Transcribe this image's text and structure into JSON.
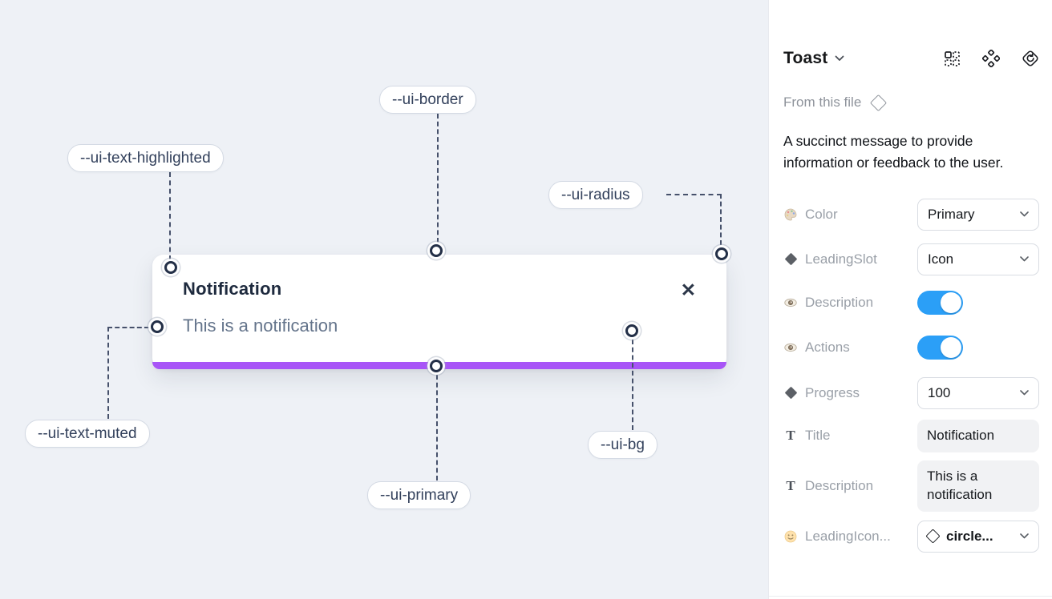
{
  "canvas": {
    "toast": {
      "title": "Notification",
      "description": "This is a notification",
      "close_glyph": "✕"
    },
    "labels": [
      {
        "text": "--ui-border"
      },
      {
        "text": "--ui-text-highlighted"
      },
      {
        "text": "--ui-radius"
      },
      {
        "text": "--ui-text-muted"
      },
      {
        "text": "--ui-primary"
      },
      {
        "text": "--ui-bg"
      }
    ],
    "colors": {
      "canvas_bg": "#eef1f6",
      "primary_bar": "#a855f7",
      "dash_line": "#46516b"
    }
  },
  "panel": {
    "title": "Toast",
    "source": "From this file",
    "description": "A succinct message to provide information or feedback to the user.",
    "properties": [
      {
        "icon": "palette-icon",
        "label": "Color",
        "control": "select",
        "value": "Primary"
      },
      {
        "icon": "diamond-icon",
        "label": "LeadingSlot",
        "control": "select",
        "value": "Icon"
      },
      {
        "icon": "eye-icon",
        "label": "Description",
        "control": "toggle",
        "value": "on"
      },
      {
        "icon": "eye-icon",
        "label": "Actions",
        "control": "toggle",
        "value": "on"
      },
      {
        "icon": "diamond-icon",
        "label": "Progress",
        "control": "select",
        "value": "100"
      },
      {
        "icon": "text-icon",
        "label": "Title",
        "control": "text",
        "value": "Notification"
      },
      {
        "icon": "text-icon",
        "label": "Description",
        "control": "text",
        "value": "This is a notification"
      },
      {
        "icon": "smiley-icon",
        "label": "LeadingIcon...",
        "control": "select-icon",
        "value": "circle..."
      }
    ],
    "colors": {
      "toggle_on": "#2b9ff7"
    }
  }
}
